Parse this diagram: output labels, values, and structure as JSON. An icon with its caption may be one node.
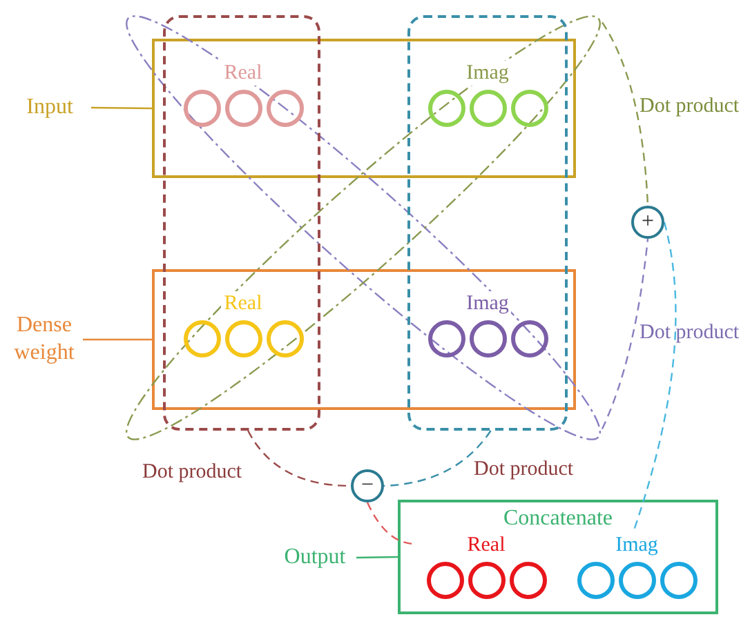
{
  "diagram": {
    "nodes": [
      {
        "text": [
          "Input"
        ]
      },
      {
        "text": [],
        "shape": "box"
      },
      {
        "text": [
          "Real"
        ]
      },
      {
        "text": [
          "Imag"
        ]
      },
      {
        "text": [
          "Dense weight"
        ]
      },
      {
        "text": [],
        "shape": "box"
      },
      {
        "text": [
          "Real"
        ]
      },
      {
        "text": [
          "Imag"
        ]
      },
      {
        "text": [
          "+"
        ]
      },
      {
        "text": [
          "−"
        ]
      },
      {
        "text": [
          "Output"
        ]
      },
      {
        "text": [
          "Concatenate"
        ]
      },
      {
        "text": [
          "Real"
        ],
        "in": 11
      },
      {
        "text": [
          "Imag"
        ],
        "in": 11
      },
      {
        "text": [],
        "shape": "box"
      },
      {
        "text": [],
        "shape": "box"
      },
      {
        "text": [],
        "shape": "ellipse"
      },
      {
        "text": [],
        "shape": "ellipse"
      }
    ],
    "edges": [
      {
        "from": 0,
        "to": 1,
        "arrow": "none",
        "color": "#c9a227"
      },
      {
        "from": 4,
        "to": 5,
        "arrow": "none",
        "color": "#e8883a"
      },
      {
        "from": 10,
        "to": 11,
        "arrow": "none",
        "color": "#3cb371"
      },
      {
        "from": 14,
        "to": 9,
        "arrow": "none",
        "label": "Dot product",
        "style": "dashed",
        "color": "#9b4a4a"
      },
      {
        "from": 15,
        "to": 9,
        "arrow": "none",
        "label": "Dot product",
        "style": "dashed",
        "color": "#3a8fa8"
      },
      {
        "from": 9,
        "to": 12,
        "arrow": "none",
        "style": "dashed",
        "color": "#e05a5a"
      },
      {
        "from": 17,
        "to": 8,
        "arrow": "none",
        "label": "Dot product",
        "style": "dashed",
        "color": "#8a9a50"
      },
      {
        "from": 16,
        "to": 8,
        "arrow": "none",
        "label": "Dot product",
        "style": "dashed",
        "color": "#8a7fc0"
      },
      {
        "from": 8,
        "to": 13,
        "arrow": "none",
        "style": "dashed",
        "color": "#4ab8e0"
      }
    ]
  }
}
